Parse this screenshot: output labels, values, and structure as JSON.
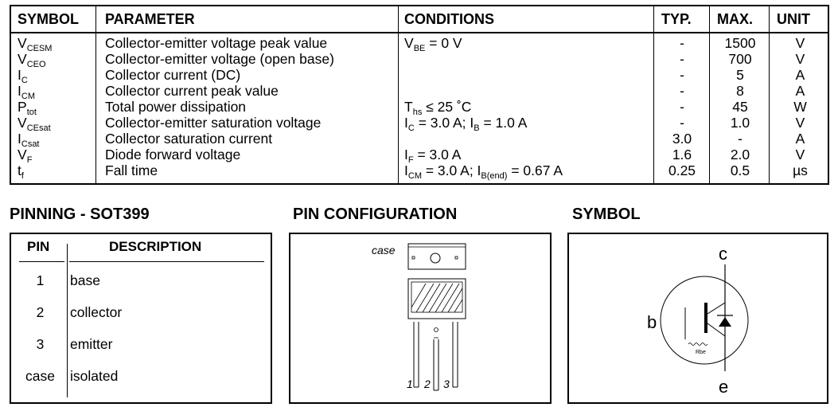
{
  "table": {
    "headers": {
      "symbol": "SYMBOL",
      "parameter": "PARAMETER",
      "conditions": "CONDITIONS",
      "typ": "TYP.",
      "max": "MAX.",
      "unit": "UNIT"
    },
    "rows": [
      {
        "sym": "V",
        "sub": "CESM",
        "param": "Collector-emitter voltage peak value",
        "cond": [
          {
            "t": "V"
          },
          {
            "s": "BE"
          },
          {
            "t": " = 0 V"
          }
        ],
        "typ": "-",
        "max": "1500",
        "unit": "V"
      },
      {
        "sym": "V",
        "sub": "CEO",
        "param": "Collector-emitter voltage (open base)",
        "cond": [],
        "typ": "-",
        "max": "700",
        "unit": "V"
      },
      {
        "sym": "I",
        "sub": "C",
        "param": "Collector current (DC)",
        "cond": [],
        "typ": "-",
        "max": "5",
        "unit": "A"
      },
      {
        "sym": "I",
        "sub": "CM",
        "param": "Collector current peak value",
        "cond": [],
        "typ": "-",
        "max": "8",
        "unit": "A"
      },
      {
        "sym": "P",
        "sub": "tot",
        "param": "Total power dissipation",
        "cond": [
          {
            "t": "T"
          },
          {
            "s": "hs"
          },
          {
            "t": " ≤ 25 ˚C"
          }
        ],
        "typ": "-",
        "max": "45",
        "unit": "W"
      },
      {
        "sym": "V",
        "sub": "CEsat",
        "param": "Collector-emitter saturation voltage",
        "cond": [
          {
            "t": "I"
          },
          {
            "s": "C"
          },
          {
            "t": " = 3.0 A; I"
          },
          {
            "s": "B"
          },
          {
            "t": " = 1.0 A"
          }
        ],
        "typ": "-",
        "max": "1.0",
        "unit": "V"
      },
      {
        "sym": "I",
        "sub": "Csat",
        "param": "Collector saturation current",
        "cond": [],
        "typ": "3.0",
        "max": "-",
        "unit": "A"
      },
      {
        "sym": "V",
        "sub": "F",
        "param": "Diode forward voltage",
        "cond": [
          {
            "t": "I"
          },
          {
            "s": "F"
          },
          {
            "t": " = 3.0 A"
          }
        ],
        "typ": "1.6",
        "max": "2.0",
        "unit": "V"
      },
      {
        "sym": "t",
        "sub": "f",
        "param": "Fall time",
        "cond": [
          {
            "t": "I"
          },
          {
            "s": "CM"
          },
          {
            "t": " = 3.0 A; I"
          },
          {
            "s": "B(end)"
          },
          {
            "t": " = 0.67 A"
          }
        ],
        "typ": "0.25",
        "max": "0.5",
        "unit": "µs"
      }
    ]
  },
  "pinning": {
    "title": "PINNING - SOT399",
    "headers": {
      "pin": "PIN",
      "description": "DESCRIPTION"
    },
    "rows": [
      {
        "pin": "1",
        "desc": "base"
      },
      {
        "pin": "2",
        "desc": "collector"
      },
      {
        "pin": "3",
        "desc": "emitter"
      },
      {
        "pin": "case",
        "desc": "isolated"
      }
    ]
  },
  "pin_config": {
    "title": "PIN CONFIGURATION",
    "case_label": "case",
    "pin_labels": [
      "1",
      "2",
      "3"
    ]
  },
  "symbol": {
    "title": "SYMBOL",
    "labels": {
      "c": "c",
      "b": "b",
      "e": "e",
      "rbe": "Rbe"
    }
  }
}
